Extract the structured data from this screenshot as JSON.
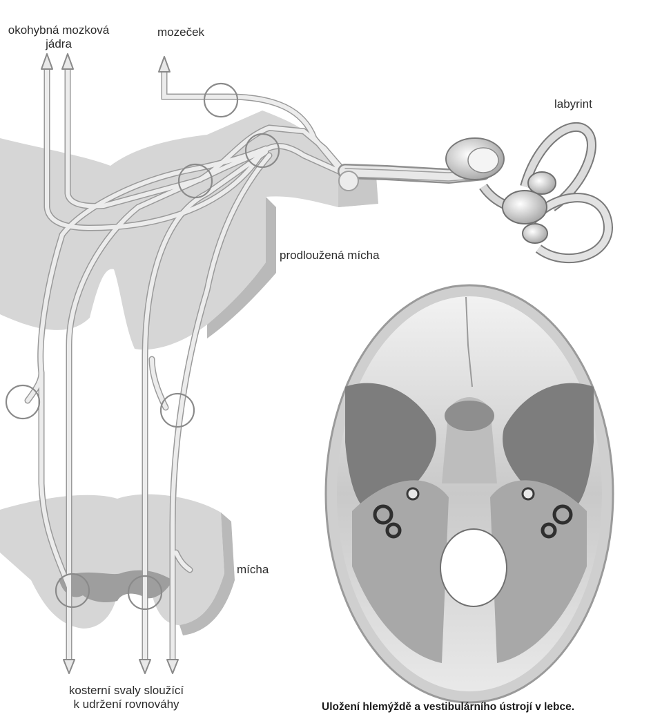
{
  "labels": {
    "okohybna_line1": "okohybná mozková",
    "okohybna_line2": "jádra",
    "mozecek": "mozeček",
    "labyrint": "labyrint",
    "prodlouzena_micha": "prodloužená mícha",
    "micha": "mícha",
    "kosterni_line1": "kosterní svaly sloužící",
    "kosterni_line2": "k udržení rovnováhy"
  },
  "caption": "Uložení hlemýždě a vestibulárního ústrojí v lebce.",
  "colors": {
    "tissue": "#dcdcdc",
    "tissue_shadow": "#bdbdbd",
    "fiber": "#e6e6e6",
    "fiber_edge": "#9a9a9a",
    "grey_matter": "#a9a9a9",
    "ring": "#8a8a8a",
    "bone": "#c8c8c8"
  }
}
